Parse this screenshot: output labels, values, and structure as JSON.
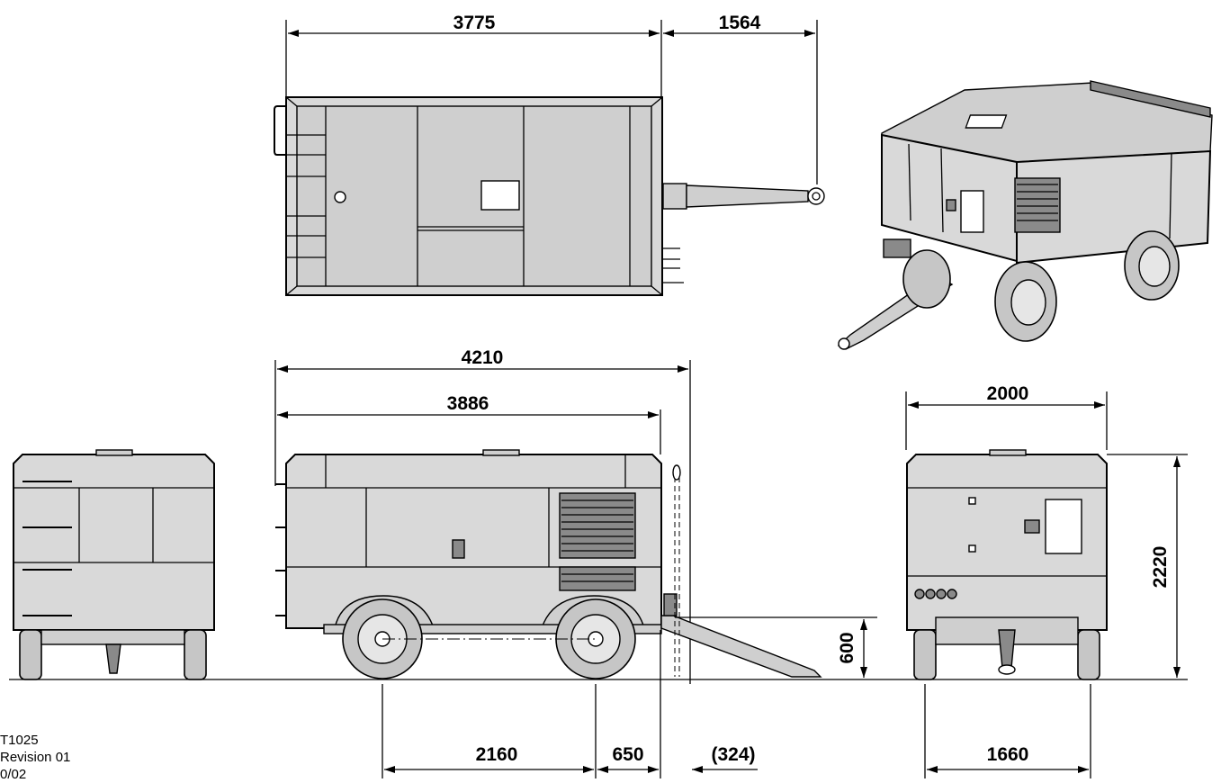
{
  "dimensions": {
    "top_length": "3775",
    "top_drawbar": "1564",
    "side_overall": "4210",
    "side_body": "3886",
    "rear_width": "2000",
    "rear_height": "2220",
    "drawbar_height": "600",
    "wheelbase": "2160",
    "rear_overhang": "650",
    "front_overhang": "(324)",
    "track_width": "1660"
  },
  "notes": {
    "line1": "T1025",
    "line2": "Revision 01",
    "line3": "0/02"
  }
}
